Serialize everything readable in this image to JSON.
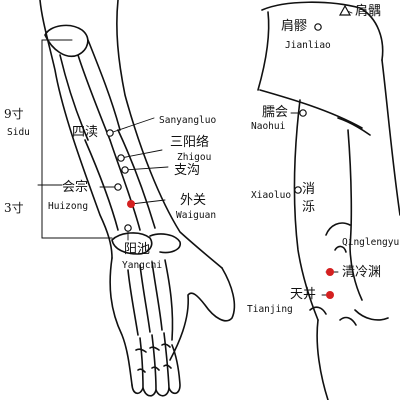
{
  "colors": {
    "ink": "#111111",
    "highlight": "#d42020",
    "background": "#ffffff"
  },
  "measurements": {
    "upper": "9寸",
    "lower": "3寸"
  },
  "points": {
    "sidu": {
      "cn": "四渎",
      "py": "Sidu"
    },
    "sanyangluo": {
      "cn": "三阳络",
      "py": "Sanyangluo"
    },
    "zhigou": {
      "cn": "支沟",
      "py": "Zhigou"
    },
    "huizong": {
      "cn": "会宗",
      "py": "Huizong"
    },
    "waiguan": {
      "cn": "外关",
      "py": "Waiguan",
      "highlighted": true
    },
    "yangchi": {
      "cn": "阳池",
      "py": "Yangchi"
    },
    "jianliao": {
      "cn": "肩髎",
      "py": "Jianliao"
    },
    "jianyu": {
      "cn": "肩髃"
    },
    "naohui": {
      "cn": "臑会",
      "py": "Naohui"
    },
    "xiaoluo": {
      "cn": "消泺",
      "py": "Xiaoluo"
    },
    "qinglengyuan": {
      "cn": "清冷渊",
      "py": "Qinglengyu",
      "highlighted": true
    },
    "tianjing": {
      "cn": "天井",
      "py": "Tianjing",
      "highlighted": true
    }
  }
}
